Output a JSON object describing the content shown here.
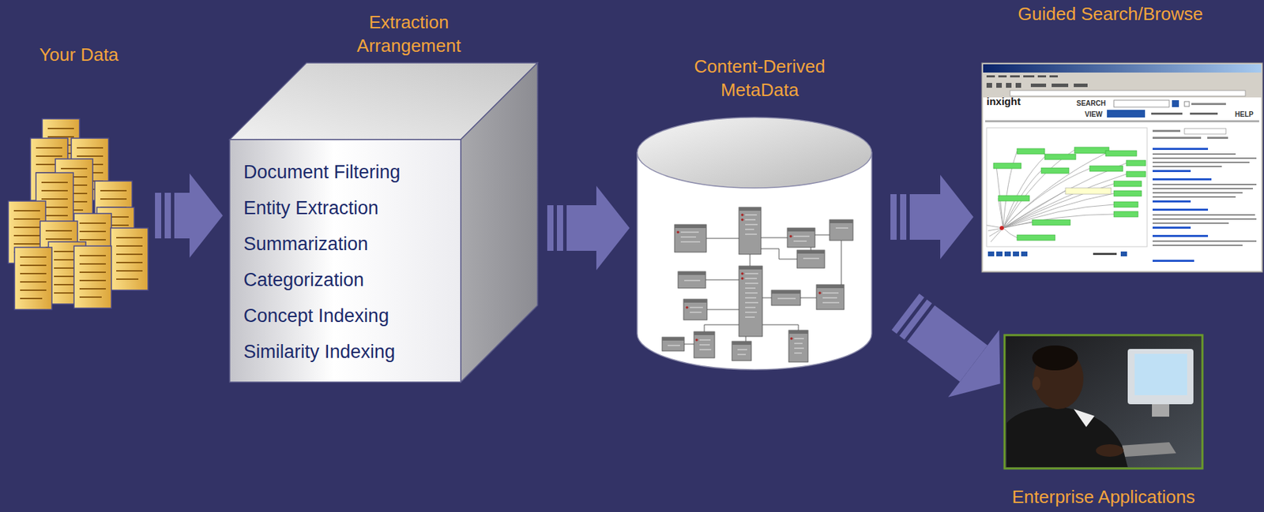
{
  "diagram": {
    "nodes": [
      {
        "text": [
          "Your Data"
        ]
      },
      {
        "text": [
          "Extraction Arrangement",
          "Document Filtering",
          "Entity Extraction",
          "Summarization",
          "Categorization",
          "Concept Indexing",
          "Similarity Indexing"
        ]
      },
      {
        "text": [
          "Content-Derived MetaData"
        ]
      },
      {
        "text": [
          "Guided Search/Browse"
        ]
      },
      {
        "text": [
          "Enterprise Applications"
        ]
      }
    ],
    "edges": [
      {
        "from": 0,
        "to": 1,
        "arrow": "to"
      },
      {
        "from": 1,
        "to": 2,
        "arrow": "to"
      },
      {
        "from": 2,
        "to": 3,
        "arrow": "to"
      },
      {
        "from": 2,
        "to": 4,
        "arrow": "to"
      }
    ],
    "labels": [
      "inxight",
      "SEARCH",
      "VIEW",
      "HELP"
    ]
  }
}
